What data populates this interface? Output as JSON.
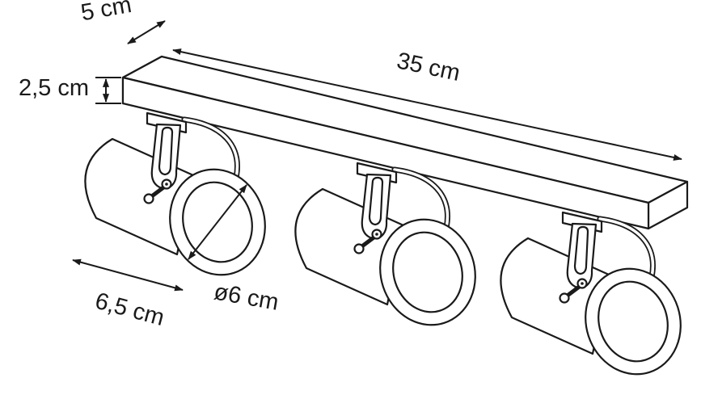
{
  "diagram": {
    "background_color": "#ffffff",
    "line_color": "#1a1a1a",
    "subject": "three-head ceiling spotlight bar, dimensional line drawing",
    "spotlight_count": 3,
    "dimensions": {
      "bar_depth_label": "5 cm",
      "bar_length_label": "35 cm",
      "bar_height_label": "2,5 cm",
      "head_length_label": "6,5 cm",
      "head_diameter_label": "ø6 cm"
    }
  }
}
